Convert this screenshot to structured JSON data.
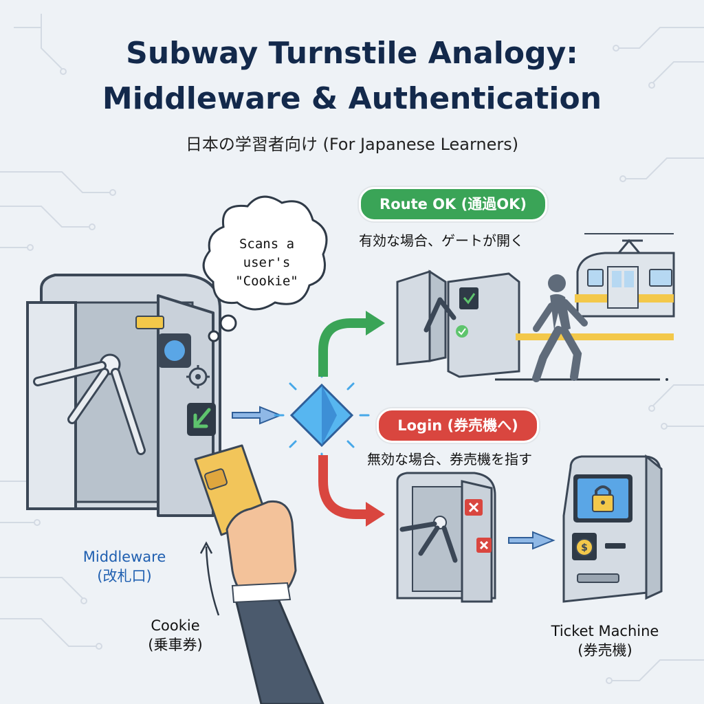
{
  "header": {
    "title_line1": "Subway Turnstile Analogy:",
    "title_line2": "Middleware & Authentication",
    "subtitle": "日本の学習者向け (For Japanese Learners)"
  },
  "bubble": {
    "line1": "Scans a",
    "line2": "user's",
    "line3": "\"Cookie\""
  },
  "success": {
    "badge": "Route OK (通過OK)",
    "caption": "有効な場合、ゲートが開く"
  },
  "failure": {
    "badge": "Login (券売機へ)",
    "caption": "無効な場合、券売機を指す"
  },
  "labels": {
    "middleware_line1": "Middleware",
    "middleware_line2": "(改札口)",
    "cookie_line1": "Cookie",
    "cookie_line2": "(乗車券)",
    "ticket_line1": "Ticket Machine",
    "ticket_line2": "(券売機)"
  },
  "colors": {
    "success": "#3aa457",
    "failure": "#d9463f",
    "middleware_label": "#1f5fb0",
    "title": "#13294b"
  }
}
